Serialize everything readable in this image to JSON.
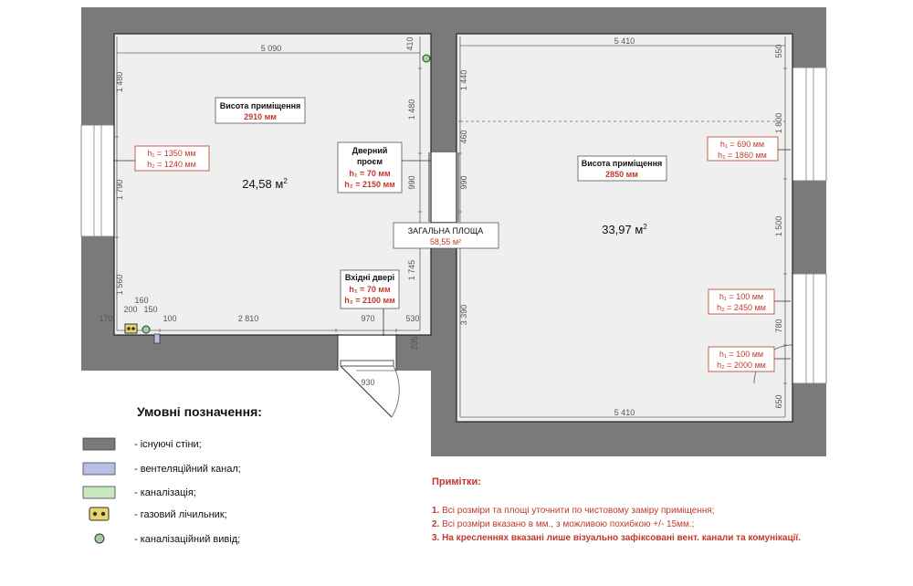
{
  "left_room": {
    "area": "24,58 м",
    "area_sup": "2",
    "height_label": "Висота приміщення",
    "height_value": "2910 мм",
    "window": {
      "h1": "h₁ = 1350 мм",
      "h2": "h₂ = 1240 мм"
    },
    "doorway_label_1": "Дверний",
    "doorway_label_2": "проєм",
    "doorway_h1": "h₁ = 70 мм",
    "doorway_h2": "h₂ = 2150 мм",
    "entrance_label": "Вхідні двері",
    "entrance_h1": "h₁ = 70 мм",
    "entrance_h2": "h₂ = 2100 мм"
  },
  "right_room": {
    "area": "33,97 м",
    "area_sup": "2",
    "height_label": "Висота приміщення",
    "height_value": "2850 мм",
    "window": {
      "h1": "h₁ = 690 мм",
      "h2": "h₂ = 1860 мм"
    },
    "door1": {
      "h1": "h₁ = 100 мм",
      "h2": "h₂ = 2450 мм"
    },
    "door2": {
      "h1": "h₁ = 100 мм",
      "h2": "h₂ = 2000 мм"
    }
  },
  "total": {
    "label": "ЗАГАЛЬНА ПЛОЩА",
    "value": "58,55 м²"
  },
  "dimensions": {
    "d_5090": "5 090",
    "d_410": "410",
    "d_1480a": "1 480",
    "d_1480b": "1 480",
    "d_1790": "1 790",
    "d_1560": "1 560",
    "d_990a": "990",
    "d_1745": "1 745",
    "d_2810": "2 810",
    "d_970": "970",
    "d_530": "530",
    "d_205": "205",
    "d_930": "930",
    "d_170": "170",
    "d_200": "200",
    "d_160": "160",
    "d_150": "150",
    "d_100": "100",
    "d_5410a": "5 410",
    "d_5410b": "5 410",
    "d_550": "550",
    "d_1800": "1 800",
    "d_1440": "1 440",
    "d_460": "460",
    "d_990b": "990",
    "d_3390": "3 390",
    "d_1500": "1 500",
    "d_780": "780",
    "d_650": "650"
  },
  "legend": {
    "title": "Умовні позначення:",
    "items": [
      {
        "label": "- існуючі стіни;",
        "color": "#7a7a7a"
      },
      {
        "label": "- вентеляційний канал;",
        "color": "#b8bfe6"
      },
      {
        "label": "- каналізація;",
        "color": "#c8e6c0"
      },
      {
        "label": "- газовий лічильник;",
        "color": "#e9d66b"
      },
      {
        "label": "- каналізаційний вивід;",
        "color": "#9fd19a"
      }
    ]
  },
  "notes": {
    "title": "Примітки:",
    "items": [
      {
        "num": "1.",
        "text": " Всі розміри та площі уточнити по чистовому заміру приміщення;",
        "bold": false
      },
      {
        "num": "2.",
        "text": " Всі розміри вказано в мм., з можливою похибкою +/- 15мм.;",
        "bold": false
      },
      {
        "num": "3.",
        "text": " На кресленнях вказані лише візуально зафіксовані вент. канали та комунікації.",
        "bold": true
      }
    ]
  }
}
